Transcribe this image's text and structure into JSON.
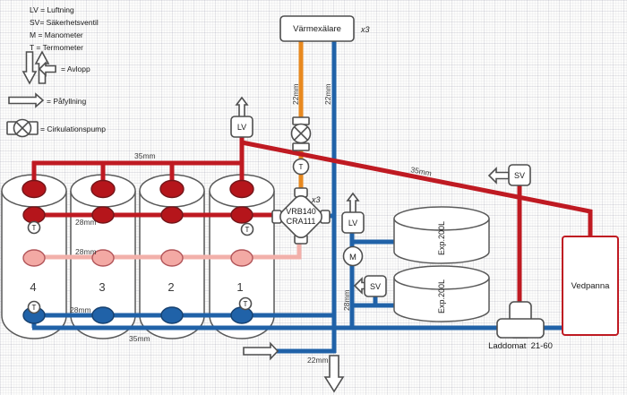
{
  "colors": {
    "red": "#bf1a22",
    "pink": "#f2b0aa",
    "blue": "#2062a8",
    "orange": "#e8891f",
    "outline": "#4f4f4f",
    "port_red": "#b5151b",
    "port_pink": "#f3a9a4",
    "port_blue": "#2062a8"
  },
  "legend": {
    "lines": [
      "LV = Luftning",
      "SV= Säkerhetsventil",
      "M = Manometer",
      "T = Termometer"
    ],
    "avlopp": "= Avlopp",
    "pafyllning": "= Påfyllning",
    "cirkulationspump": "= Cirkulationspump"
  },
  "components": {
    "heat_exchanger": {
      "label": "Värmexälare",
      "count": "x3"
    },
    "mixing_valve": {
      "line1": "VRB140",
      "line2": "CRA111",
      "count": "x3"
    },
    "expansion_tanks": {
      "upper": "Exp.200L",
      "lower": "Exp.200L"
    },
    "boiler": {
      "label": "Vedpanna"
    },
    "laddomat": {
      "label": "Laddomat  21-60"
    },
    "labels": {
      "lv": "LV",
      "sv": "SV",
      "m": "M",
      "t": "T"
    }
  },
  "tanks": {
    "numbers": [
      "4",
      "3",
      "2",
      "1"
    ]
  },
  "pipes": {
    "top_red": "35mm",
    "side_red": "28mm",
    "pink": "28mm",
    "tank_blue": "28mm",
    "bottom_blue": "35mm",
    "boiler_supply": "35mm",
    "hx_hot": "22mm",
    "hx_cold": "22mm",
    "exp_branch": "28mm",
    "drain": "22mm"
  }
}
